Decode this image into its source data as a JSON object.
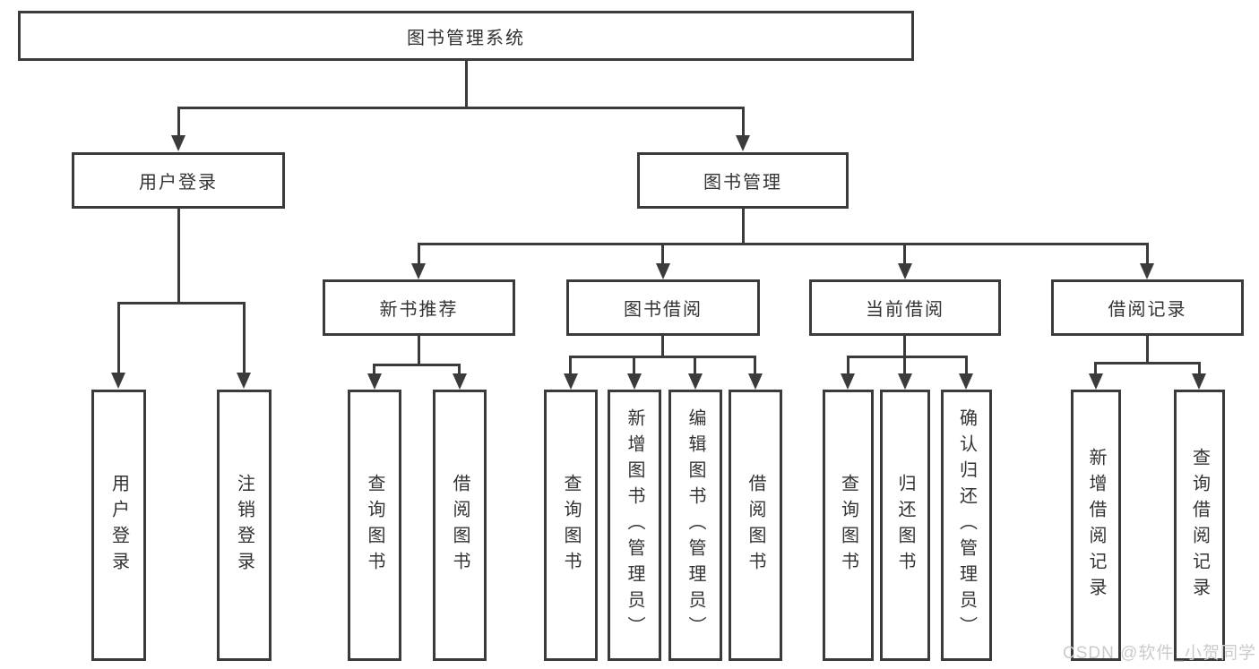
{
  "diagram": {
    "title": "图书管理系统",
    "nodes": {
      "root": "图书管理系统",
      "user_login": "用户登录",
      "book_mgmt": "图书管理",
      "new_book_rec": "新书推荐",
      "book_borrow": "图书借阅",
      "current_borrow": "当前借阅",
      "borrow_records": "借阅记录"
    },
    "leaves": {
      "user_login": [
        "用户登录",
        "注销登录"
      ],
      "new_book_rec": [
        "查询图书",
        "借阅图书"
      ],
      "book_borrow": [
        "查询图书",
        "新增图书（管理员）",
        "编辑图书（管理员）",
        "借阅图书"
      ],
      "current_borrow": [
        "查询图书",
        "归还图书",
        "确认归还（管理员）"
      ],
      "borrow_records": [
        "新增借阅记录",
        "查询借阅记录"
      ]
    }
  },
  "watermark": {
    "text": "CSDN @软件_小贺同学"
  },
  "colors": {
    "line": "#3b3b3b",
    "text": "#333333",
    "background": "#ffffff",
    "watermark": "#cbcbcb"
  }
}
